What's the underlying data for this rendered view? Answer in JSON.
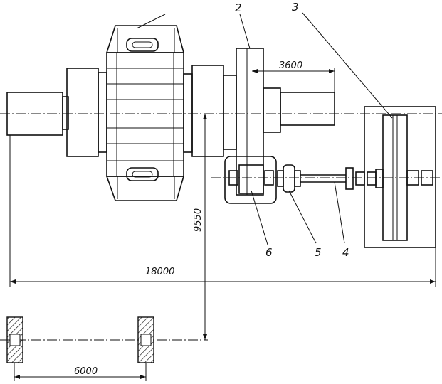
{
  "drawing": {
    "callouts": {
      "c2": "2",
      "c3": "3",
      "c4": "4",
      "c5": "5",
      "c6": "6"
    },
    "dimensions": {
      "d3600": "3600",
      "d9550": "9550",
      "d18000": "18000",
      "d6000": "6000"
    },
    "colors": {
      "ink": "#111111",
      "paper": "#ffffff"
    }
  }
}
